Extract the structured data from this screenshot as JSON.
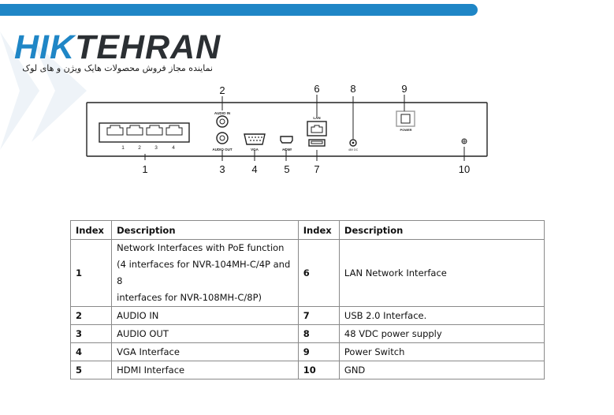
{
  "brand": {
    "name_part1": "HIK",
    "name_part2": "TEHRAN",
    "tagline": "نماینده مجاز فروش محصولات هایک ویژن و های لوک"
  },
  "colors": {
    "accent": "#1f86c6",
    "dark": "#2b2f33"
  },
  "diagram": {
    "port_labels": [
      "1",
      "2",
      "3",
      "4"
    ],
    "audio_in_label": "AUDIO IN",
    "audio_out_label": "AUDIO OUT",
    "vga_label": "VGA",
    "hdmi_label": "HDMI",
    "lan_label": "LAN",
    "dc_label": "48V DC",
    "power_label": "POWER",
    "callouts": [
      "1",
      "2",
      "3",
      "4",
      "5",
      "6",
      "7",
      "8",
      "9",
      "10"
    ]
  },
  "table": {
    "headers": [
      "Index",
      "Description",
      "Index",
      "Description"
    ],
    "rows": [
      {
        "i1": "1",
        "d1_lines": [
          "Network Interfaces with PoE function",
          "(4 interfaces for NVR-104MH-C/4P and 8",
          "interfaces for NVR-108MH-C/8P)"
        ],
        "i2": "6",
        "d2": "LAN Network Interface"
      },
      {
        "i1": "2",
        "d1": "AUDIO IN",
        "i2": "7",
        "d2": "USB 2.0 Interface."
      },
      {
        "i1": "3",
        "d1": "AUDIO OUT",
        "i2": "8",
        "d2": "48 VDC power supply"
      },
      {
        "i1": "4",
        "d1": "VGA Interface",
        "i2": "9",
        "d2": "Power Switch"
      },
      {
        "i1": "5",
        "d1": "HDMI Interface",
        "i2": "10",
        "d2": "GND"
      }
    ]
  }
}
